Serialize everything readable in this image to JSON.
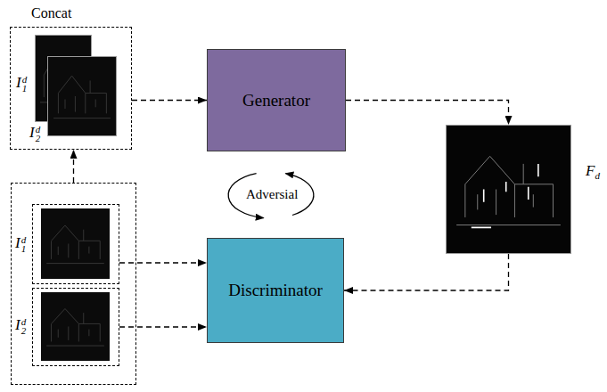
{
  "diagram": {
    "nodes": [
      {
        "text": [
          "Concat"
        ]
      },
      {
        "text": [
          "I1d"
        ],
        "in": 0
      },
      {
        "text": [
          "I2d"
        ],
        "in": 0
      },
      {
        "text": [
          "Generator"
        ]
      },
      {
        "text": [
          "Fd"
        ]
      },
      {
        "text": []
      },
      {
        "text": [
          "I1d"
        ],
        "in": 5
      },
      {
        "text": [
          "I2d"
        ],
        "in": 5
      },
      {
        "text": [
          "Discriminator"
        ]
      }
    ],
    "edges": [
      {
        "from": 0,
        "to": 3,
        "arrow": "to"
      },
      {
        "from": 3,
        "to": 4,
        "arrow": "to"
      },
      {
        "from": 4,
        "to": 8,
        "arrow": "to"
      },
      {
        "from": 6,
        "to": 8,
        "arrow": "to"
      },
      {
        "from": 7,
        "to": 8,
        "arrow": "to"
      },
      {
        "from": 5,
        "to": 0,
        "arrow": "to"
      }
    ],
    "labels": [
      "Adversial"
    ]
  }
}
